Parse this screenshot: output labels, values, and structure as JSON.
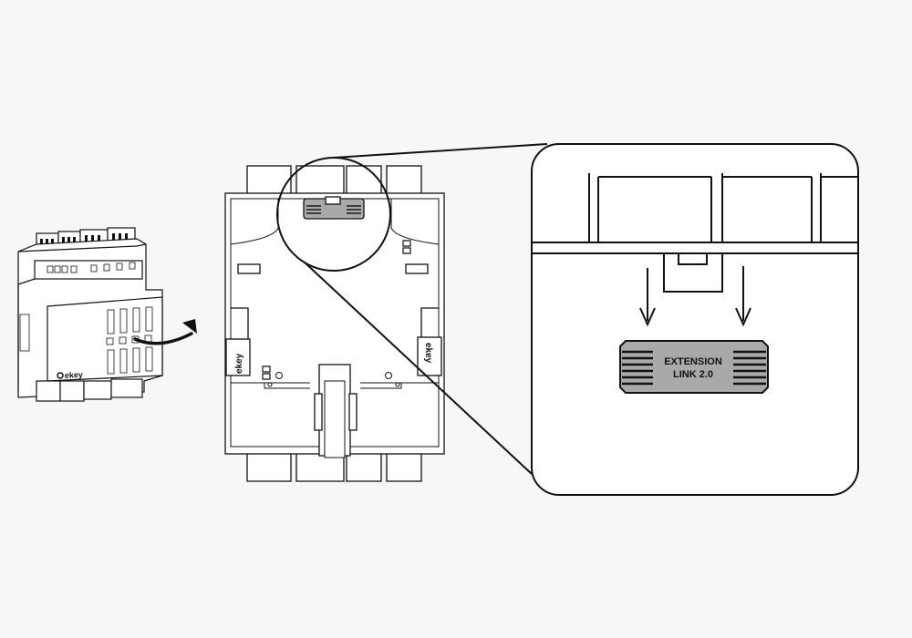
{
  "brand_logo": "ekey",
  "module_label": {
    "line1": "EXTENSION",
    "line2": "LINK 2.0"
  },
  "colors": {
    "background": "#f7f7f7",
    "stroke": "#111111",
    "module_fill": "#a9a9a9",
    "device_fill": "#ffffff"
  },
  "icons": {
    "rotate_arrow": "curved-arrow-icon",
    "insert_arrows": "down-arrow-icon"
  }
}
